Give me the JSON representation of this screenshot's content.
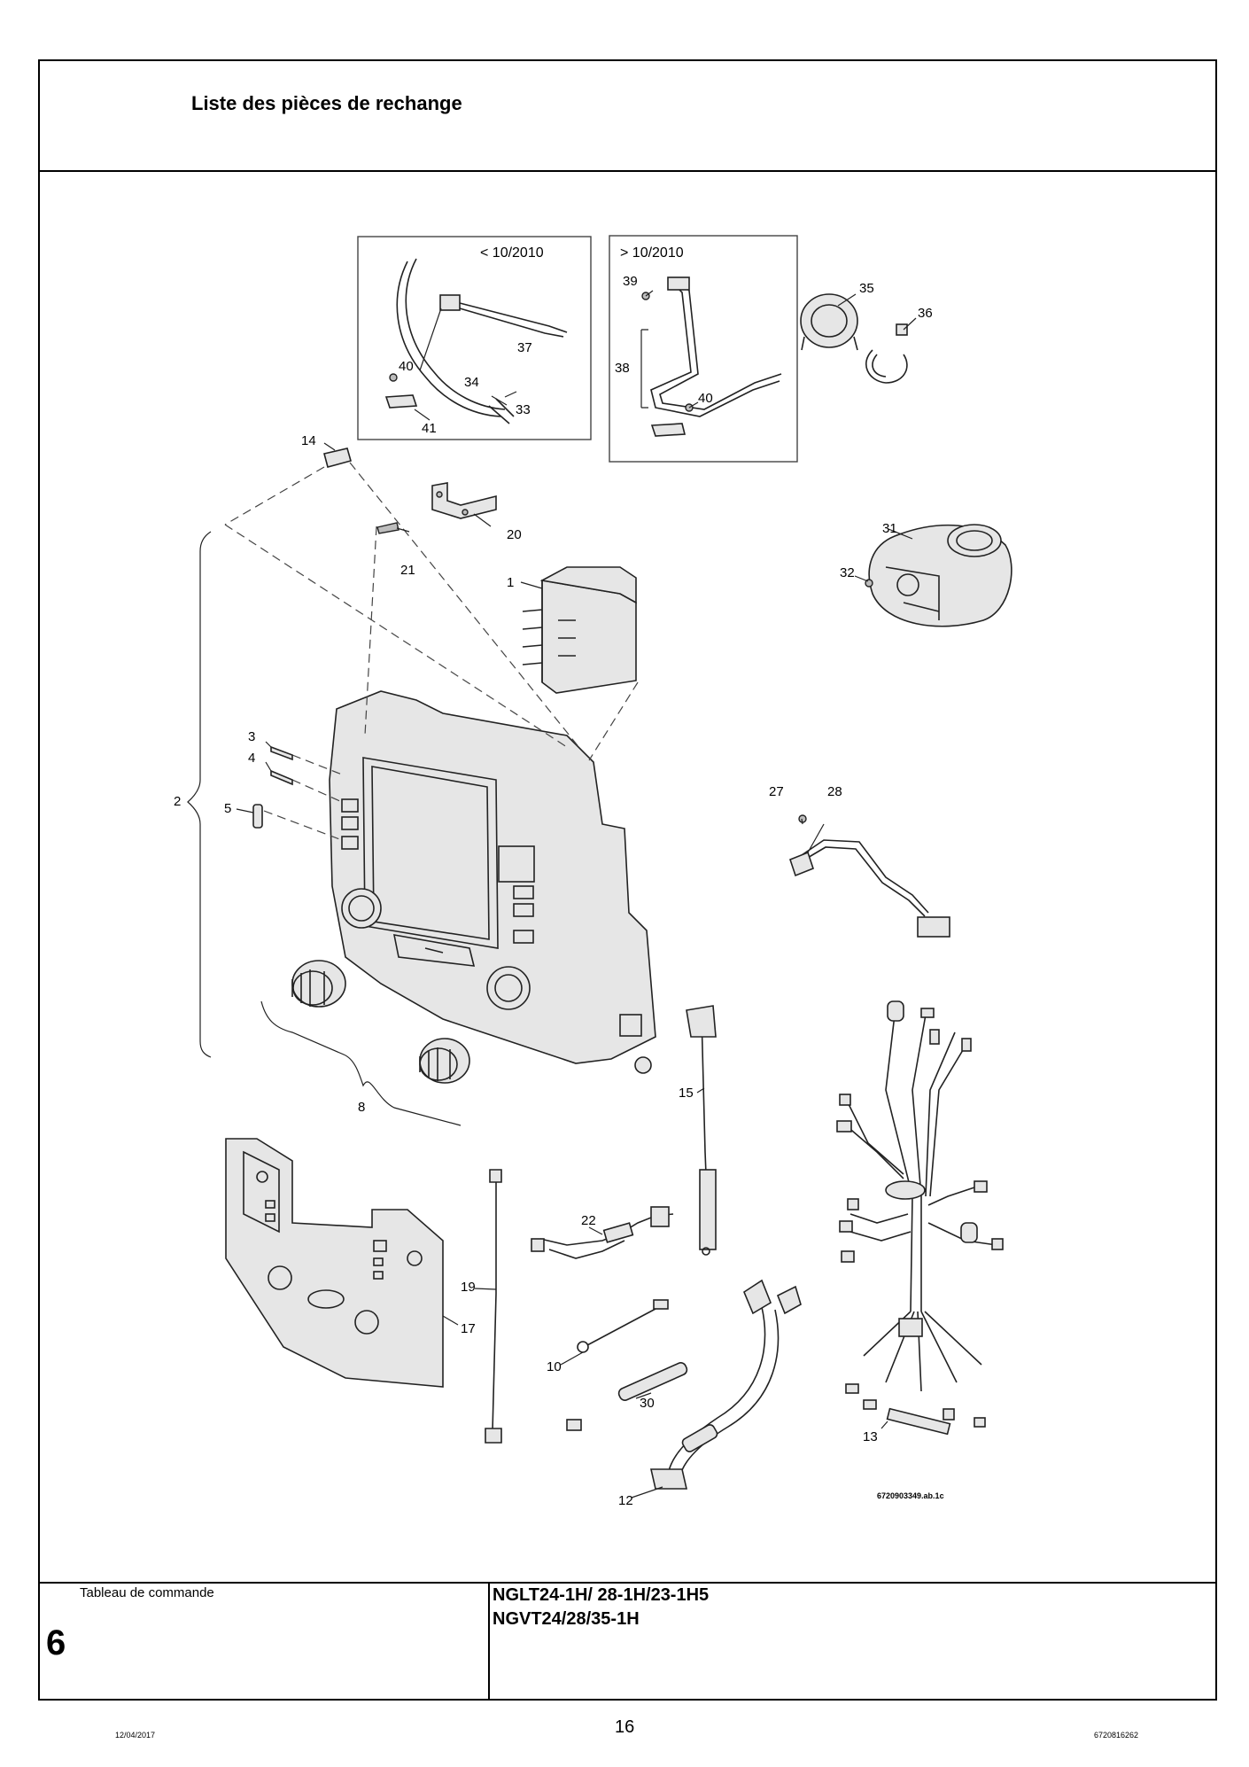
{
  "document": {
    "title": "Liste des pièces de rechange",
    "section_name": "Tableau de commande",
    "section_number": "6",
    "models": [
      "NGLT24-1H/ 28-1H/23-1H5",
      "NGVT24/28/35-1H"
    ],
    "date": "12/04/2017",
    "page_number": "16",
    "doc_code": "6720816262"
  },
  "diagram": {
    "variant_before_label": "< 10/2010",
    "variant_after_label": "> 10/2010",
    "figure_ref": "6720903349.ab.1c",
    "callouts": {
      "c1": "1",
      "c2": "2",
      "c3": "3",
      "c4": "4",
      "c5": "5",
      "c8": "8",
      "c10": "10",
      "c12": "12",
      "c13": "13",
      "c14": "14",
      "c15": "15",
      "c17": "17",
      "c19": "19",
      "c20": "20",
      "c21": "21",
      "c22": "22",
      "c27": "27",
      "c28": "28",
      "c30": "30",
      "c31": "31",
      "c32": "32",
      "c33": "33",
      "c34": "34",
      "c35": "35",
      "c36": "36",
      "c37": "37",
      "c38": "38",
      "c39": "39",
      "c40a": "40",
      "c40b": "40",
      "c41": "41"
    }
  }
}
